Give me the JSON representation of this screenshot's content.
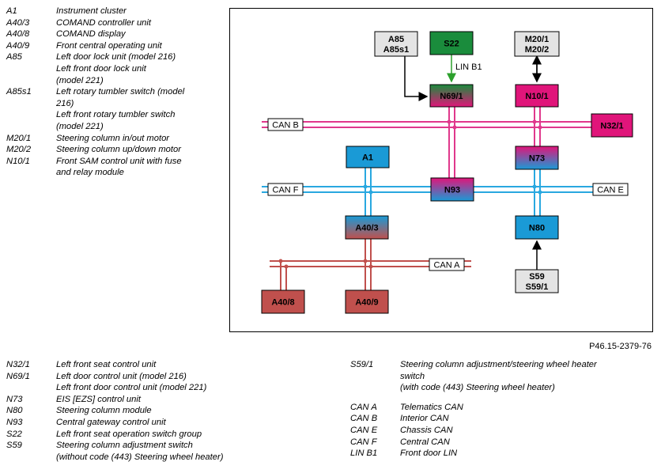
{
  "legend_top": [
    {
      "code": "A1",
      "lines": [
        "Instrument cluster"
      ]
    },
    {
      "code": "A40/3",
      "lines": [
        "COMAND controller unit"
      ]
    },
    {
      "code": "A40/8",
      "lines": [
        "COMAND display"
      ]
    },
    {
      "code": "A40/9",
      "lines": [
        "Front central operating unit"
      ]
    },
    {
      "code": "A85",
      "lines": [
        "Left door lock unit (model 216)",
        "Left front door lock unit",
        "(model 221)"
      ]
    },
    {
      "code": "A85s1",
      "lines": [
        "Left rotary tumbler switch (model",
        "216)",
        "Left front rotary tumbler switch",
        "(model 221)"
      ]
    },
    {
      "code": "M20/1",
      "lines": [
        "Steering column in/out motor"
      ]
    },
    {
      "code": "M20/2",
      "lines": [
        "Steering column up/down motor"
      ]
    },
    {
      "code": "N10/1",
      "lines": [
        "Front SAM control unit with fuse",
        "and relay module"
      ]
    }
  ],
  "legend_bottom_left": [
    {
      "code": "N32/1",
      "lines": [
        "Left front seat control unit"
      ]
    },
    {
      "code": "N69/1",
      "lines": [
        "Left door control unit (model 216)",
        "Left front door control unit (model 221)"
      ]
    },
    {
      "code": "N73",
      "lines": [
        "EIS [EZS] control unit"
      ]
    },
    {
      "code": "N80",
      "lines": [
        "Steering column module"
      ]
    },
    {
      "code": "N93",
      "lines": [
        "Central gateway control unit"
      ]
    },
    {
      "code": "S22",
      "lines": [
        "Left front seat operation switch group"
      ]
    },
    {
      "code": "S59",
      "lines": [
        "Steering column adjustment switch",
        "(without code (443) Steering wheel heater)"
      ]
    }
  ],
  "legend_bottom_right": [
    {
      "code": "S59/1",
      "lines": [
        "Steering column adjustment/steering wheel heater",
        "switch",
        "(with code (443) Steering wheel heater)"
      ]
    },
    {
      "code": "",
      "lines": [
        ""
      ]
    },
    {
      "code": "CAN A",
      "lines": [
        "Telematics CAN"
      ]
    },
    {
      "code": "CAN B",
      "lines": [
        "Interior CAN"
      ]
    },
    {
      "code": "CAN E",
      "lines": [
        "Chassis CAN"
      ]
    },
    {
      "code": "CAN F",
      "lines": [
        "Central CAN"
      ]
    },
    {
      "code": "LIN B1",
      "lines": [
        "Front door LIN"
      ]
    }
  ],
  "figure_ref": "P46.15-2379-76",
  "diagram": {
    "colors": {
      "can_b": "#e0388c",
      "can_f_e": "#29a8e0",
      "can_a": "#c0504d",
      "lin": "#2ca02c",
      "green_block": "#1a8c3c",
      "magenta_block": "#e0157a",
      "blue_block": "#1a9ad6",
      "red_block": "#c0504d",
      "grey_block": "#e4e4e4"
    },
    "blocks": {
      "a85": {
        "lines": [
          "A85",
          "A85s1"
        ]
      },
      "s22": {
        "lines": [
          "S22"
        ]
      },
      "m20": {
        "lines": [
          "M20/1",
          "M20/2"
        ]
      },
      "n69_1": {
        "lines": [
          "N69/1"
        ]
      },
      "n10_1": {
        "lines": [
          "N10/1"
        ]
      },
      "n32_1": {
        "lines": [
          "N32/1"
        ]
      },
      "a1": {
        "lines": [
          "A1"
        ]
      },
      "n73": {
        "lines": [
          "N73"
        ]
      },
      "n93": {
        "lines": [
          "N93"
        ]
      },
      "a40_3": {
        "lines": [
          "A40/3"
        ]
      },
      "n80": {
        "lines": [
          "N80"
        ]
      },
      "s59": {
        "lines": [
          "S59",
          "S59/1"
        ]
      },
      "a40_8": {
        "lines": [
          "A40/8"
        ]
      },
      "a40_9": {
        "lines": [
          "A40/9"
        ]
      }
    },
    "bus_labels": {
      "can_b": "CAN B",
      "can_f": "CAN F",
      "can_e": "CAN E",
      "can_a": "CAN A",
      "lin_b1": "LIN B1"
    }
  }
}
